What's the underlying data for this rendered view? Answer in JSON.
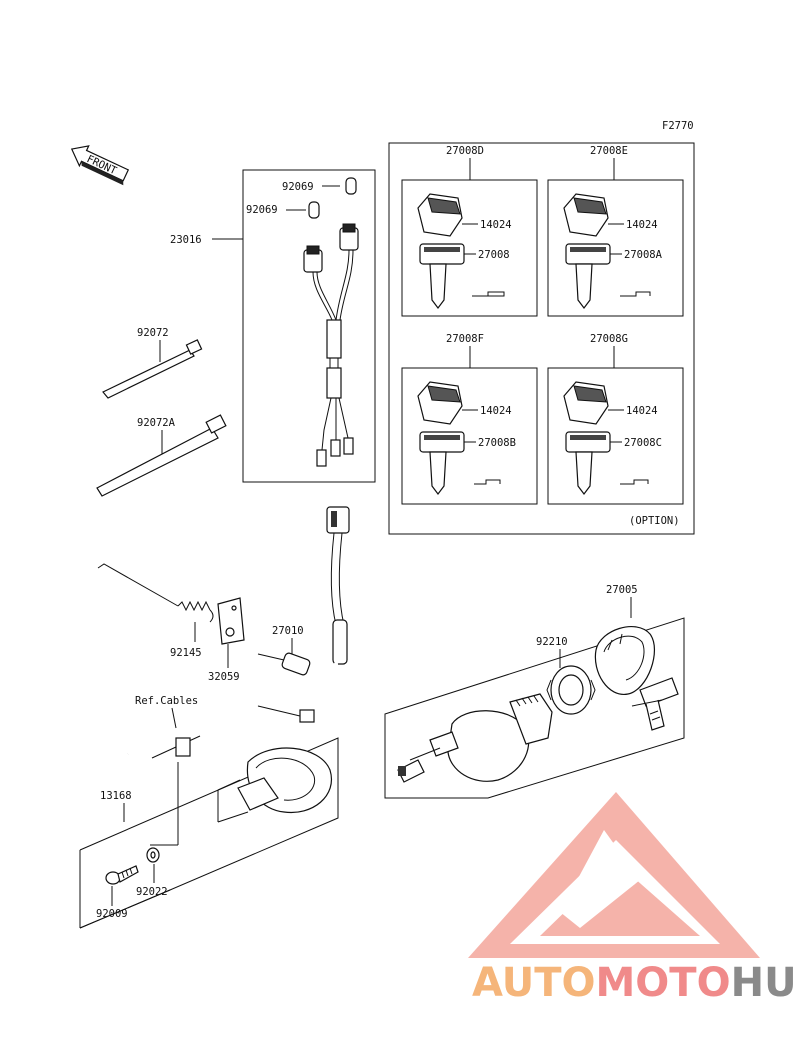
{
  "figure_code": "F2770",
  "front_label": "FRONT",
  "options_label": "(OPTION)",
  "ref_cables_label": "Ref.Cables",
  "parts": {
    "p23016": "23016",
    "p92069a": "92069",
    "p92069b": "92069",
    "p92072": "92072",
    "p92072A": "92072A",
    "p27008D": "27008D",
    "p27008E": "27008E",
    "p27008F": "27008F",
    "p27008G": "27008G",
    "p14024_d": "14024",
    "p14024_e": "14024",
    "p14024_f": "14024",
    "p14024_g": "14024",
    "p27008": "27008",
    "p27008A": "27008A",
    "p27008B": "27008B",
    "p27008C": "27008C",
    "p92145": "92145",
    "p32059": "32059",
    "p27010": "27010",
    "p13168": "13168",
    "p92022": "92022",
    "p92009": "92009",
    "p27005": "27005",
    "p92210": "92210"
  },
  "watermark": {
    "part1": "AUTO",
    "part2": "MOTO",
    "part3": "HUB",
    "color1": "#f5b57a",
    "color2": "#f08a8a",
    "color3": "#8a8a8a"
  }
}
